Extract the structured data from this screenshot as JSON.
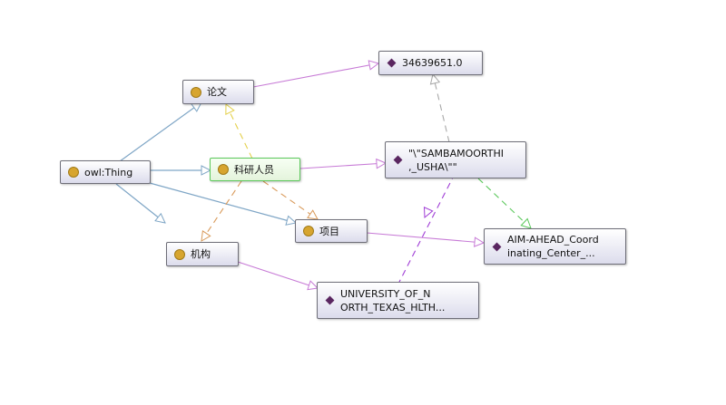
{
  "nodes": {
    "thing": {
      "label": "owl:Thing"
    },
    "paper": {
      "label": "论文"
    },
    "researcher": {
      "label": "科研人员"
    },
    "institution": {
      "label": "机构"
    },
    "project": {
      "label": "项目"
    },
    "id_value": {
      "label": "34639651.0"
    },
    "person_value": {
      "label": "\"\\\"SAMBAMOORTHI\n,_USHA\\\"\""
    },
    "center_value": {
      "label": "AIM-AHEAD_Coord\ninating_Center_..."
    },
    "univ_value": {
      "label": "UNIVERSITY_OF_N\nORTH_TEXAS_HLTH..."
    }
  },
  "colors": {
    "subclass_edge": "#7fa6c6",
    "property_edge": "#c77ad6",
    "type_edge_gray": "#a8a8a8",
    "type_edge_green": "#5bc85b",
    "domain_edge_yellow": "#e4d04a",
    "range_edge_orange": "#d99a5a",
    "individual_edge_purple": "#a03dd6",
    "class_dot": "#d7a52f",
    "individual_diamond": "#5a2660"
  }
}
